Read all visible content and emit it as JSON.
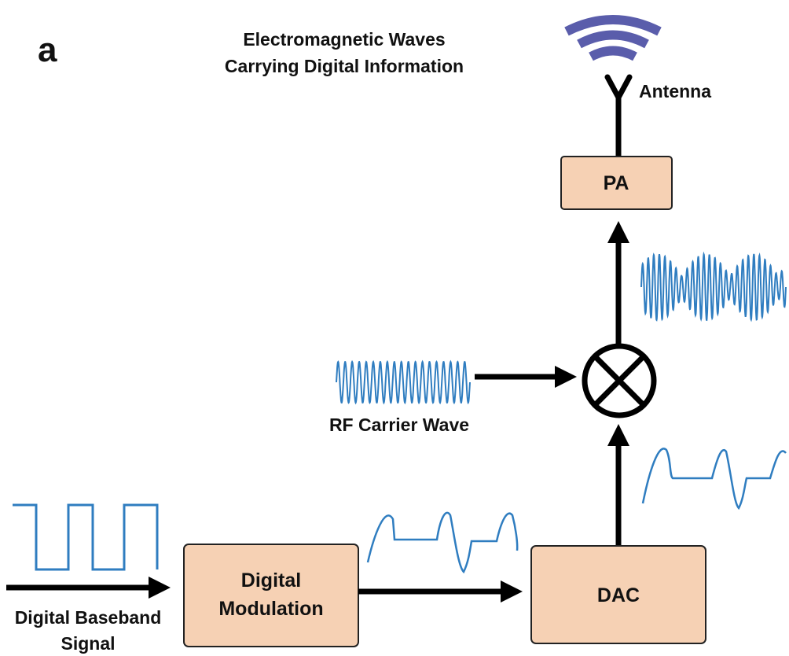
{
  "panel_label": "a",
  "em_waves_label": {
    "line1": "Electromagnetic Waves",
    "line2": "Carrying Digital Information"
  },
  "antenna_label": "Antenna",
  "rf_carrier_label": "RF Carrier Wave",
  "baseband_label": {
    "line1": "Digital Baseband",
    "line2": "Signal"
  },
  "blocks": {
    "pa": "PA",
    "modulation_line1": "Digital",
    "modulation_line2": "Modulation",
    "dac": "DAC"
  },
  "colors": {
    "block_fill": "#f6d1b4",
    "block_stroke": "#222222",
    "signal": "#2f7dc0",
    "wave_arcs": "#5a5dab",
    "arrows": "#000000"
  },
  "icons": {
    "mixer": "multiply-circle-icon",
    "antenna": "antenna-icon",
    "radio_waves": "wireless-waves-icon"
  }
}
